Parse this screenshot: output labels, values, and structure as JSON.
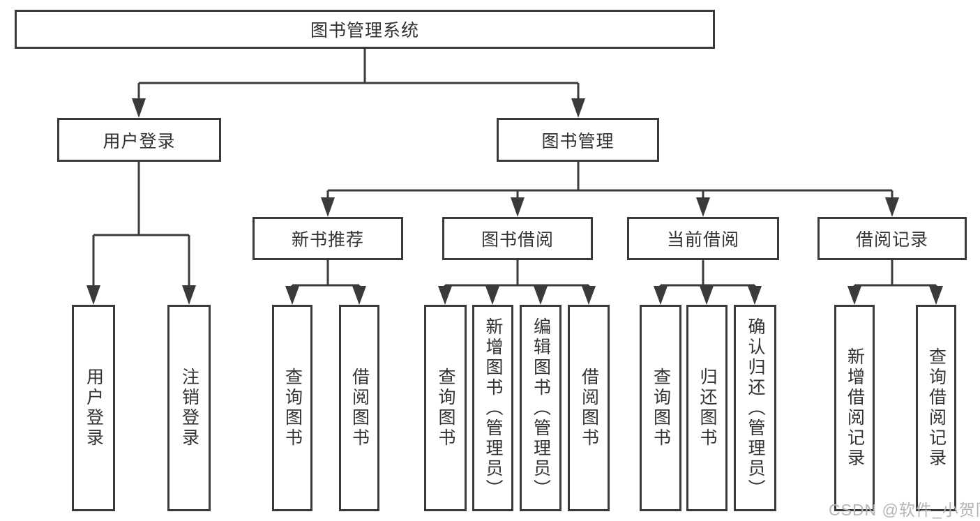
{
  "diagram": {
    "root": "图书管理系统",
    "level1": {
      "user_login": "用户登录",
      "book_management": "图书管理"
    },
    "level2": {
      "new_book_recommend": "新书推荐",
      "book_borrow": "图书借阅",
      "current_borrow": "当前借阅",
      "borrow_records": "借阅记录"
    },
    "leaves": {
      "user_login": [
        "用户登录",
        "注销登录"
      ],
      "new_book_recommend": [
        "查询图书",
        "借阅图书"
      ],
      "book_borrow": [
        "查询图书",
        "新增图书（管理员）",
        "编辑图书（管理员）",
        "借阅图书"
      ],
      "current_borrow": [
        "查询图书",
        "归还图书",
        "确认归还（管理员）"
      ],
      "borrow_records": [
        "新增借阅记录",
        "查询借阅记录"
      ]
    },
    "line_color": "#3a3a3a"
  },
  "watermark": "CSDN @软件_小贺同学"
}
